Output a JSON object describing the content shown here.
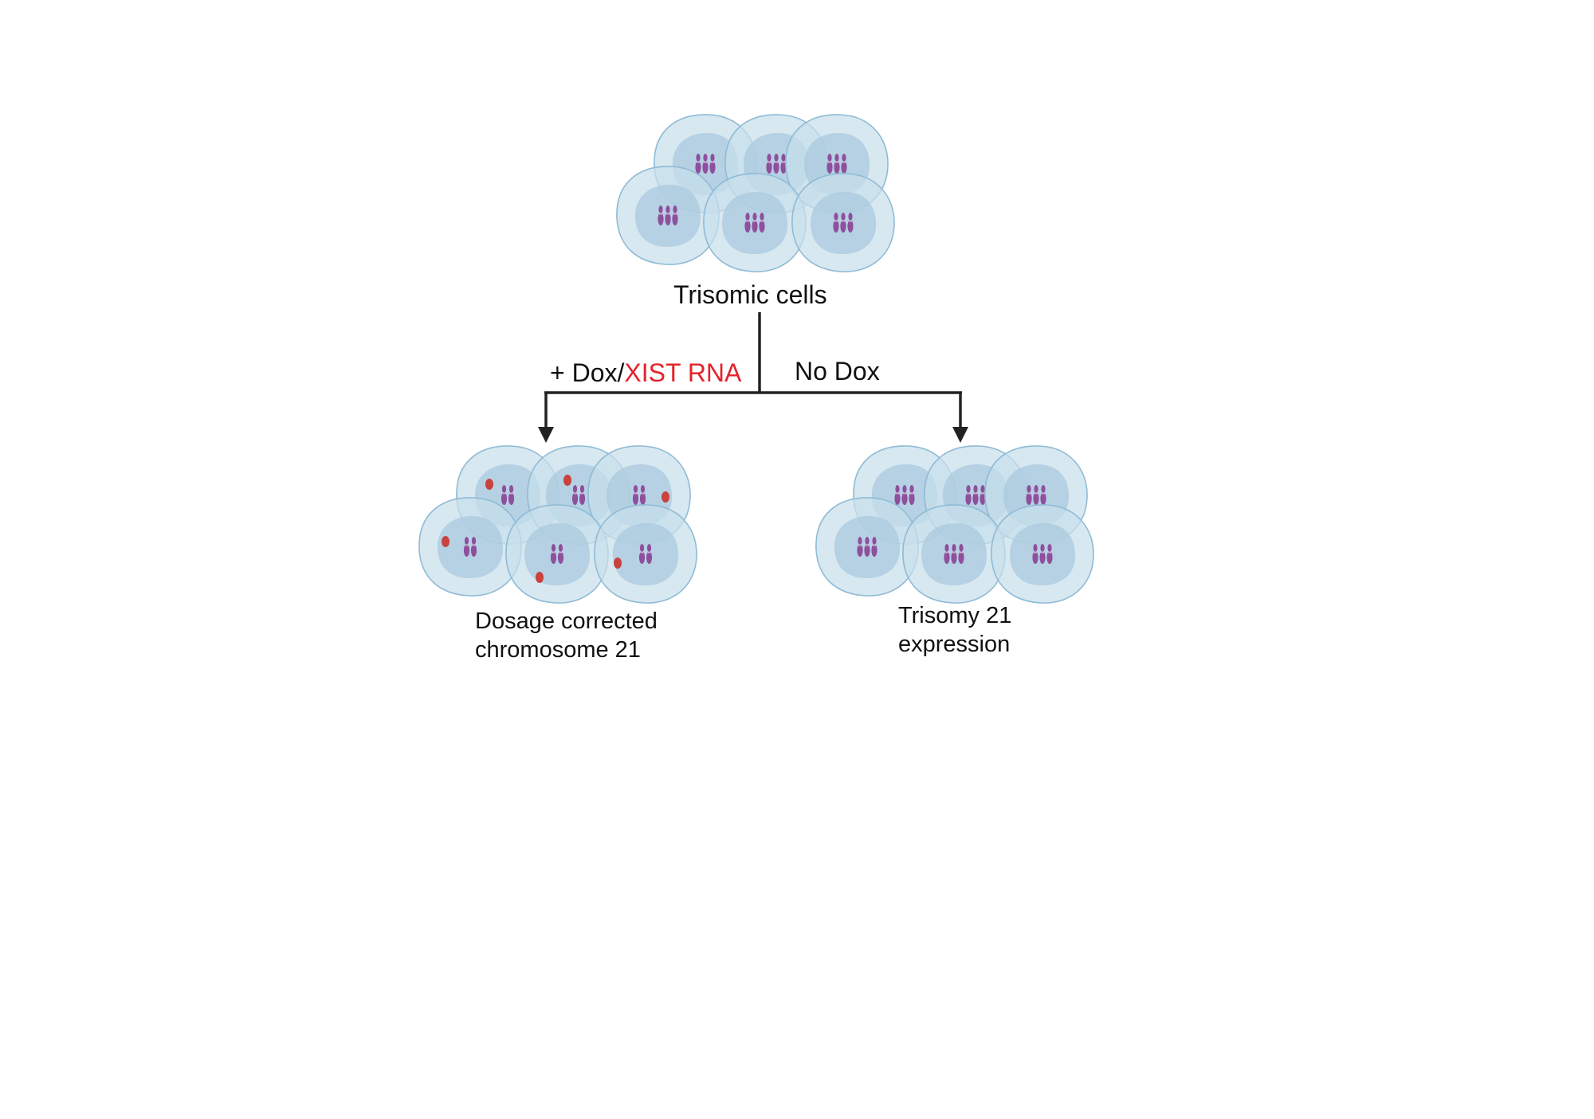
{
  "diagram": {
    "top_label": "Trisomic cells",
    "branch_left": {
      "prefix": "+ Dox/",
      "highlight": "XIST RNA"
    },
    "branch_right": "No Dox",
    "result_left": {
      "line1": "Dosage corrected",
      "line2": "chromosome 21"
    },
    "result_right": {
      "line1": "Trisomy 21",
      "line2": "expression"
    }
  },
  "colors": {
    "cell_fill": "#c8dfec",
    "cell_stroke": "#8fbbd6",
    "nucleus_fill": "#a9c9de",
    "chromosome": "#8e4f9d",
    "xist_rna": "#c9423e",
    "arrow": "#222222",
    "highlight_text": "#e3232b"
  },
  "icons": {
    "cell": "cell-icon",
    "chromosome": "chromosome-icon",
    "xist_signal": "xist-rna-dot-icon"
  },
  "clusters": {
    "top": {
      "chromosome_count": 3,
      "xist": false
    },
    "left": {
      "chromosome_count": 2,
      "xist": true
    },
    "right": {
      "chromosome_count": 3,
      "xist": false
    }
  }
}
